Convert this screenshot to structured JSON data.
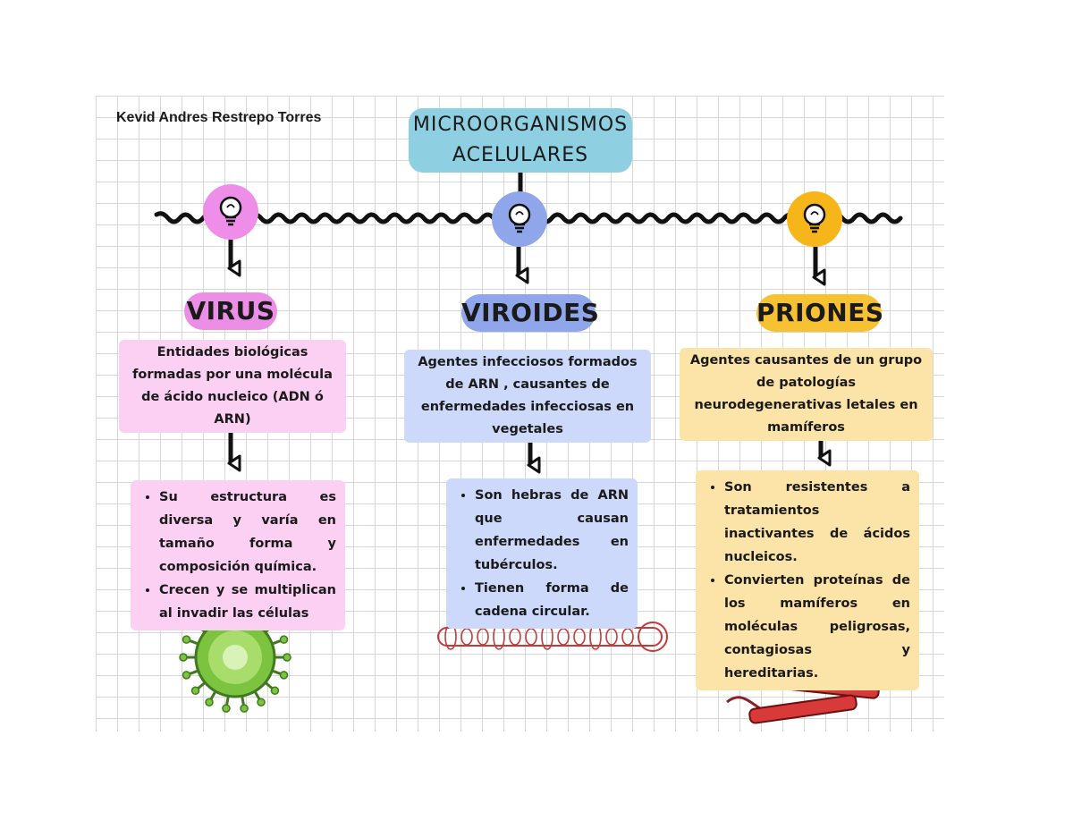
{
  "author": "Kevid Andres Restrepo Torres",
  "title_line1": "MICROORGANISMOS",
  "title_line2": "ACELULARES",
  "colors": {
    "virus": "#ec8ee6",
    "viroides": "#8fa6ea",
    "priones": "#f6c232",
    "title": "#8ed0e2"
  },
  "icons": [
    "lightbulb-icon",
    "virus-icon",
    "rna-strand-icon",
    "prion-protein-icon"
  ],
  "categories": [
    {
      "name": "VIRUS",
      "description": "Entidades biológicas formadas por una molécula de ácido nucleico (ADN ó ARN)",
      "bullets": [
        "Su estructura es diversa y varía en tamaño forma y composición química.",
        "Crecen y se multiplican al invadir las células"
      ]
    },
    {
      "name": "VIROIDES",
      "description": "Agentes infecciosos formados de ARN , causantes de enfermedades infecciosas en vegetales",
      "bullets": [
        "Son hebras de ARN que causan enfermedades en tubérculos.",
        "Tienen forma de cadena circular."
      ]
    },
    {
      "name": "PRIONES",
      "description": "Agentes causantes de un grupo de patologías neurodegenerativas letales en mamíferos",
      "bullets": [
        "Son resistentes a tratamientos inactivantes de ácidos nucleicos.",
        "Convierten proteínas de los mamíferos en moléculas peligrosas, contagiosas y hereditarias."
      ]
    }
  ]
}
